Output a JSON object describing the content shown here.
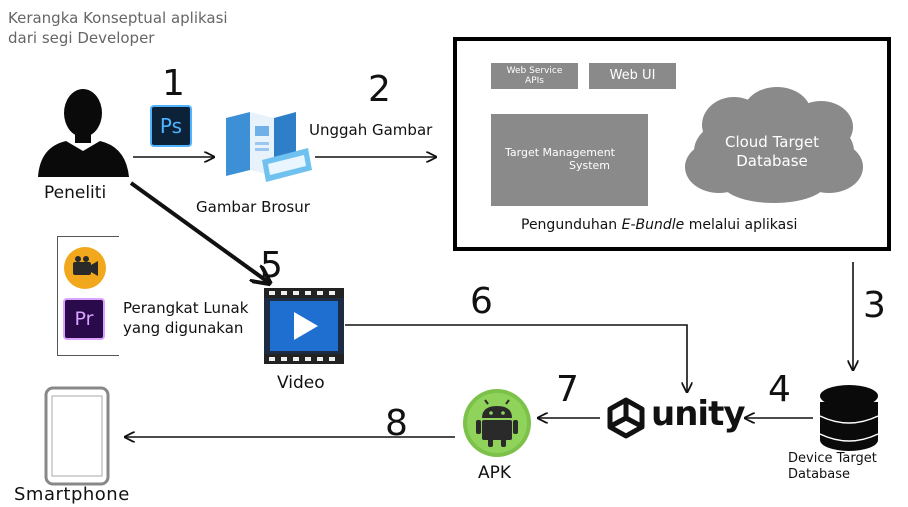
{
  "title_line1": "Kerangka Konseptual aplikasi",
  "title_line2": "dari segi Developer",
  "steps": [
    "1",
    "2",
    "3",
    "4",
    "5",
    "6",
    "7",
    "8"
  ],
  "labels": {
    "peneliti": "Peneliti",
    "brochure": "Gambar Brosur",
    "upload": "Unggah Gambar",
    "software_line1": "Perangkat Lunak",
    "software_line2": "yang digunakan",
    "video": "Video",
    "apk": "APK",
    "smartphone": "Smartphone",
    "device_db_line1": "Device Target",
    "device_db_line2": "Database",
    "unity": "unity",
    "ps": "Ps",
    "pr": "Pr"
  },
  "platform": {
    "web_service_line1": "Web Service",
    "web_service_line2": "APIs",
    "web_ui": "Web UI",
    "tms_line1": "Target Management",
    "tms_line2": "System",
    "cloud_line1": "Cloud Target",
    "cloud_line2": "Database",
    "caption_pre": "Pengunduhan ",
    "caption_em": "E-Bundle",
    "caption_post": " melalui aplikasi"
  },
  "colors": {
    "photoshop_bg": "#0c2238",
    "photoshop_fg": "#4fb3ff",
    "premiere_bg": "#2a0a4a",
    "premiere_fg": "#d9a3ff",
    "android": "#7cc24a",
    "video_blue": "#1f6fd1",
    "cloud_gray": "#8a8a8a"
  },
  "icons": [
    "person-icon",
    "photoshop-icon",
    "brochure-icon",
    "camera-app-icon",
    "premiere-icon",
    "video-icon",
    "unity-logo-icon",
    "database-icon",
    "android-icon",
    "smartphone-icon"
  ]
}
